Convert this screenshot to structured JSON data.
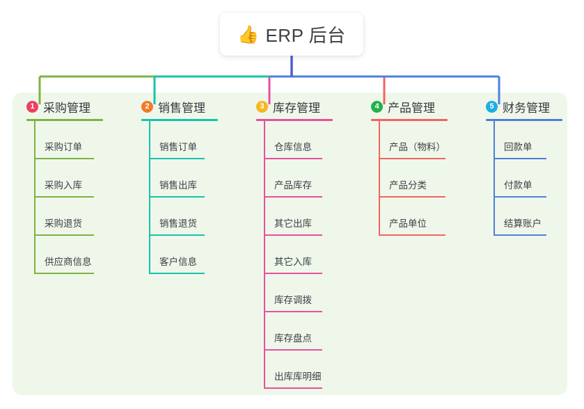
{
  "root": {
    "icon": "thumbs-up-emoji",
    "emoji": "👍",
    "title": "ERP 后台"
  },
  "theme": {
    "panel_background": "#eff7ea",
    "page_background": "#ffffff",
    "root_stem": "#4e5fd0",
    "text": "#3b4146"
  },
  "columns": [
    {
      "number": "1",
      "title": "采购管理",
      "badge_color": "#ec4060",
      "line_color": "#7cb342",
      "items": [
        "采购订单",
        "采购入库",
        "采购退货",
        "供应商信息"
      ]
    },
    {
      "number": "2",
      "title": "销售管理",
      "badge_color": "#f07c28",
      "line_color": "#17c3ac",
      "items": [
        "销售订单",
        "销售出库",
        "销售退货",
        "客户信息"
      ]
    },
    {
      "number": "3",
      "title": "库存管理",
      "badge_color": "#f5b820",
      "line_color": "#e8509c",
      "items": [
        "仓库信息",
        "产品库存",
        "其它出库",
        "其它入库",
        "库存调拨",
        "库存盘点",
        "出库库明细"
      ]
    },
    {
      "number": "4",
      "title": "产品管理",
      "badge_color": "#22b24c",
      "line_color": "#f4635f",
      "items": [
        "产品（物料）",
        "产品分类",
        "产品单位"
      ]
    },
    {
      "number": "5",
      "title": "财务管理",
      "badge_color": "#1eaee0",
      "line_color": "#4e7fd8",
      "items": [
        "回款单",
        "付款单",
        "结算账户"
      ]
    }
  ]
}
